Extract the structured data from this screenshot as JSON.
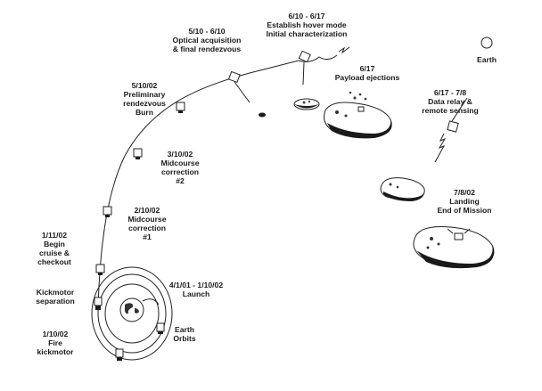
{
  "steps": [
    {
      "key": "launch",
      "lines": [
        "4/1/01 - 1/10/02",
        "Launch"
      ]
    },
    {
      "key": "earth_orbits",
      "lines": [
        "Earth",
        "Orbits"
      ]
    },
    {
      "key": "fire_kickmotor",
      "lines": [
        "1/10/02",
        "Fire",
        "kickmotor"
      ]
    },
    {
      "key": "kickmotor_separation",
      "lines": [
        "Kickmotor",
        "separation"
      ]
    },
    {
      "key": "begin_cruise",
      "lines": [
        "1/11/02",
        "Begin",
        "cruise &",
        "checkout"
      ]
    },
    {
      "key": "midcourse_1",
      "lines": [
        "2/10/02",
        "Midcourse",
        "correction",
        "#1"
      ]
    },
    {
      "key": "midcourse_2",
      "lines": [
        "3/10/02",
        "Midcourse",
        "correction",
        "#2"
      ]
    },
    {
      "key": "prelim_rendezvous",
      "lines": [
        "5/10/02",
        "Preliminary",
        "rendezvous",
        "Burn"
      ]
    },
    {
      "key": "optical_acquisition",
      "lines": [
        "5/10 - 6/10",
        "Optical acquisition",
        "& final rendezvous"
      ]
    },
    {
      "key": "hover_mode",
      "lines": [
        "6/10 - 6/17",
        "Establish hover mode",
        "Initial characterization"
      ]
    },
    {
      "key": "payload_ejections",
      "lines": [
        "6/17",
        "Payload ejections"
      ]
    },
    {
      "key": "data_relay",
      "lines": [
        "6/17 - 7/8",
        "Data relay &",
        "remote sensing"
      ]
    },
    {
      "key": "landing",
      "lines": [
        "7/8/02",
        "Landing",
        "End of Mission"
      ]
    },
    {
      "key": "earth",
      "lines": [
        "Earth"
      ]
    }
  ]
}
